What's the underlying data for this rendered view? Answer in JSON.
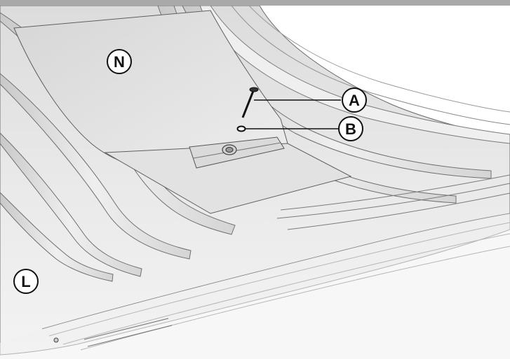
{
  "callouts": {
    "n": "N",
    "a": "A",
    "b": "B",
    "l": "L"
  },
  "colors": {
    "top_bar": "#a9a9a9",
    "surface": "#e6e6e6",
    "surface_light": "#f2f2f2",
    "surface_shadow": "#cfcfcf",
    "outline": "#6a6a6a",
    "callout_fill": "#ffffff",
    "callout_stroke": "#111111"
  }
}
